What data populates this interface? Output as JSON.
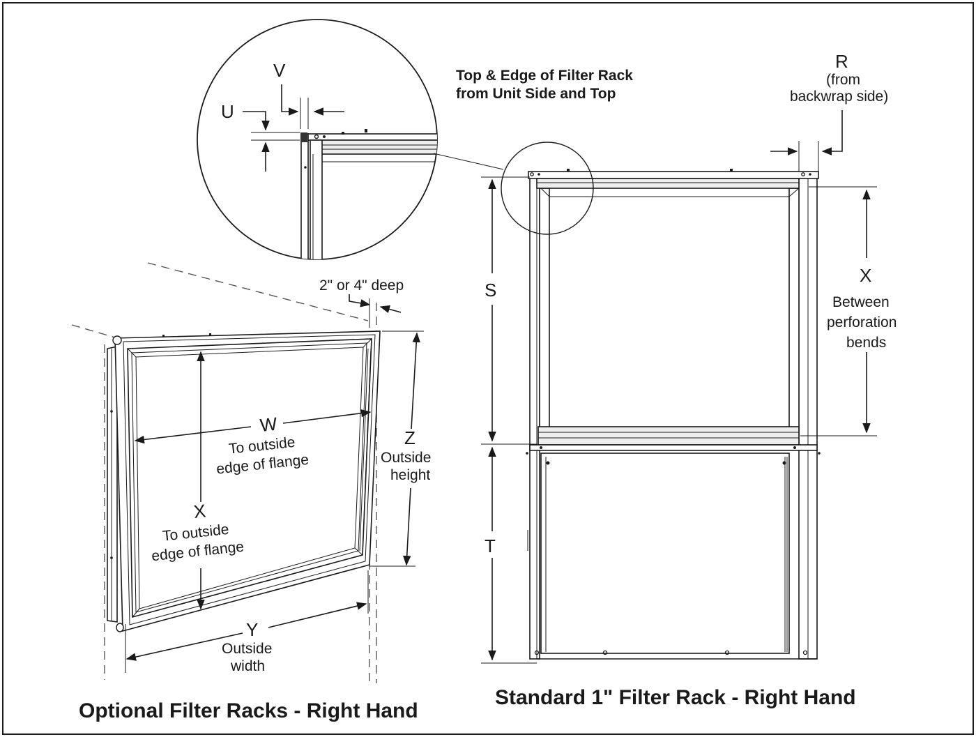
{
  "detail_callout": {
    "title_line1": "Top & Edge of Filter Rack",
    "title_line2": "from Unit Side and Top",
    "label_v": "V",
    "label_u": "U"
  },
  "optional_rack": {
    "caption": "Optional Filter Racks - Right Hand",
    "depth_label": "2\" or 4\" deep",
    "w_letter": "W",
    "w_line1": "To outside",
    "w_line2": "edge of flange",
    "x_letter": "X",
    "x_line1": "To outside",
    "x_line2": "edge of flange",
    "z_letter": "Z",
    "z_line1": "Outside",
    "z_line2": "height",
    "y_letter": "Y",
    "y_line1": "Outside",
    "y_line2": "width"
  },
  "standard_rack": {
    "caption": "Standard 1\" Filter Rack - Right Hand",
    "r_letter": "R",
    "r_line1": "(from",
    "r_line2": "backwrap side)",
    "s_letter": "S",
    "t_letter": "T",
    "x_letter": "X",
    "x_line1": "Between",
    "x_line2": "perforation",
    "x_line3": "bends"
  }
}
